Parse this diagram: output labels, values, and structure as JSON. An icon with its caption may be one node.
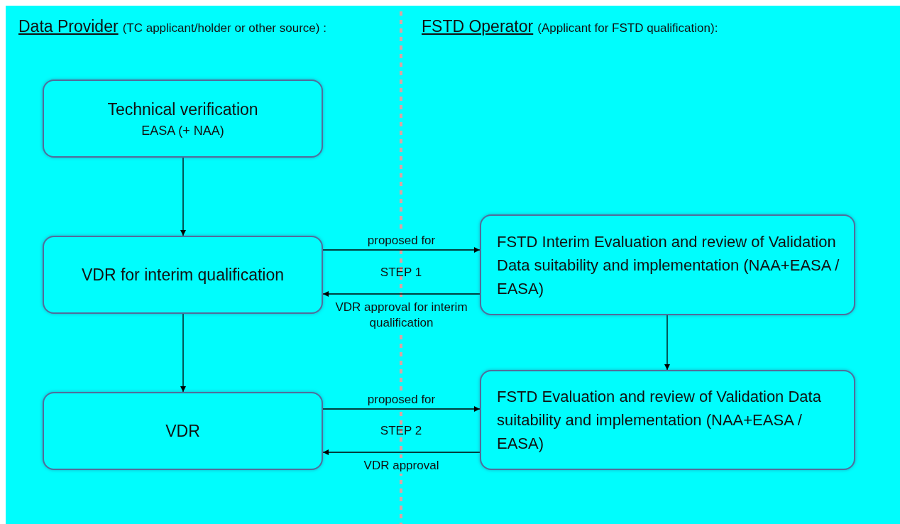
{
  "diagram": {
    "nodes": [
      {
        "text": [
          "Technical verification",
          "EASA (+ NAA)"
        ]
      },
      {
        "text": [
          "VDR for interim qualification"
        ]
      },
      {
        "text": [
          "FSTD Interim Evaluation and review of Validation Data suitability and implementation (NAA+EASA / EASA)"
        ]
      },
      {
        "text": [
          "VDR"
        ]
      },
      {
        "text": [
          "FSTD Evaluation and review of Validation Data suitability and implementation (NAA+EASA / EASA)"
        ]
      }
    ],
    "edges": [
      {
        "from": 0,
        "to": 1,
        "arrow": "to"
      },
      {
        "from": 1,
        "to": 2,
        "arrow": "to",
        "label": "proposed for"
      },
      {
        "from": 2,
        "to": 1,
        "arrow": "to",
        "label": "VDR approval for interim qualification"
      },
      {
        "from": 1,
        "to": 3,
        "arrow": "to"
      },
      {
        "from": 2,
        "to": 4,
        "arrow": "to"
      },
      {
        "from": 3,
        "to": 4,
        "arrow": "to",
        "label": "proposed for"
      },
      {
        "from": 4,
        "to": 3,
        "arrow": "to",
        "label": "VDR approval"
      }
    ],
    "labels": [
      "Data Provider",
      "(TC applicant/holder or other source) :",
      "FSTD Operator",
      "(Applicant for FSTD qualification):",
      "STEP 1",
      "STEP 2"
    ]
  }
}
